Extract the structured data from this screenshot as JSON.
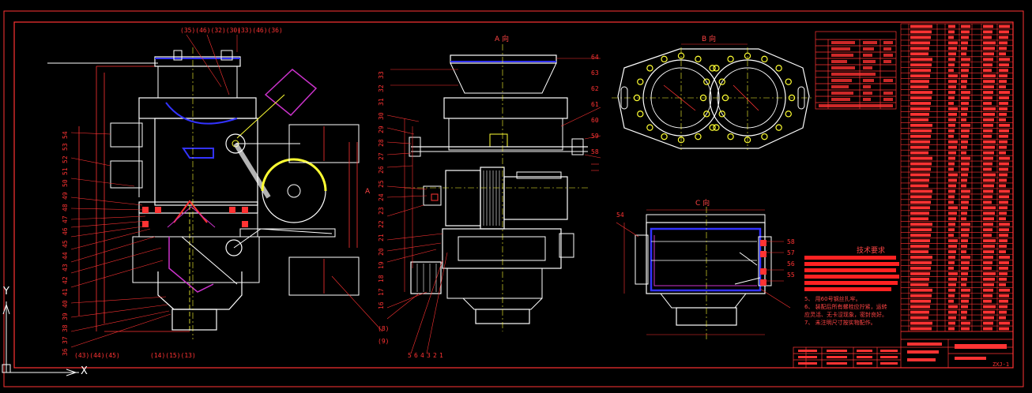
{
  "drawing": {
    "view_labels": {
      "a_view": "A 向",
      "b_view": "B 向",
      "c_view": "C 向"
    },
    "section_marker_a": "A",
    "axis_x": "X",
    "axis_y": "Y",
    "tech_title": "技术要求",
    "tech_lines": [
      "5、 用60号钢丝扎牢。",
      "6、 装配后所有螺栓应拧紧，运转",
      "应灵活、无卡涩现象，密封良好。",
      "7、 未注明尺寸按实物配作。"
    ],
    "left_callouts": [
      "54",
      "53",
      "52",
      "51",
      "50",
      "49",
      "48",
      "47",
      "46",
      "45",
      "44",
      "43",
      "42",
      "41",
      "40",
      "39",
      "38",
      "37",
      "36"
    ],
    "center_callouts_left": [
      "33",
      "32",
      "31",
      "30",
      "29",
      "28",
      "27",
      "26",
      "25",
      "24",
      "23",
      "22",
      "21",
      "20",
      "19",
      "18",
      "17",
      "16"
    ],
    "center_callouts_right": [
      "64",
      "63",
      "62",
      "61",
      "60",
      "59",
      "58"
    ],
    "c_view_callouts": [
      "58",
      "57",
      "56",
      "55",
      "54"
    ],
    "top_callouts": [
      "(35)(46)(32)(30)",
      "(33)(46)(36)"
    ],
    "bottom_callouts": [
      "(43)(44)(45)",
      "(14)(15)(13)",
      "(8)",
      "(9)"
    ],
    "center_bottom_callouts": [
      "5",
      "6",
      "4",
      "3",
      "2",
      "1"
    ],
    "title_block": {
      "drawing_no": "ZXJ-1"
    }
  }
}
